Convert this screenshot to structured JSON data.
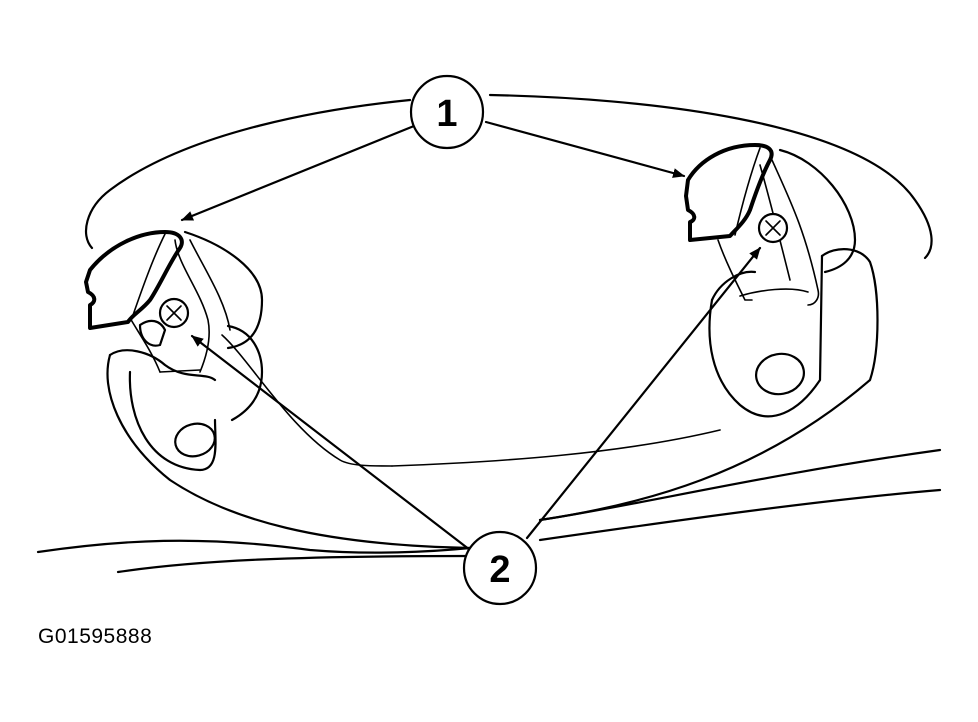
{
  "callouts": {
    "one": "1",
    "two": "2"
  },
  "figure_id": "G01595888",
  "icons": {
    "fastener": "screw-icon",
    "arrow": "arrowhead-icon"
  }
}
